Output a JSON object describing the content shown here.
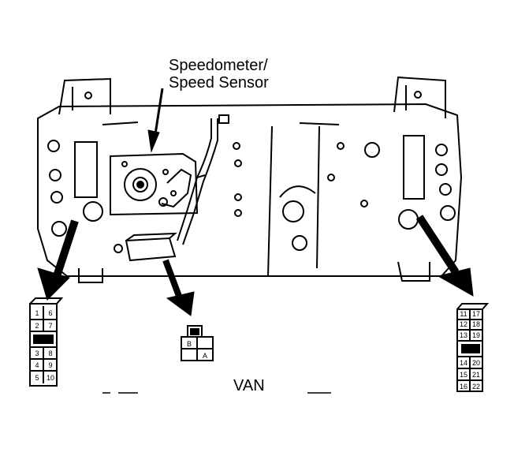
{
  "callout": {
    "line1": "Speedometer/",
    "line2": "Speed Sensor"
  },
  "vehicle_label": "VAN",
  "left_connector": {
    "pins": [
      "1",
      "6",
      "2",
      "7",
      "3",
      "8",
      "4",
      "9",
      "5",
      "10"
    ]
  },
  "center_connector": {
    "pins": [
      "B",
      "A"
    ]
  },
  "right_connector": {
    "pins": [
      "11",
      "17",
      "12",
      "18",
      "13",
      "19",
      "14",
      "20",
      "15",
      "21",
      "16",
      "22"
    ]
  }
}
